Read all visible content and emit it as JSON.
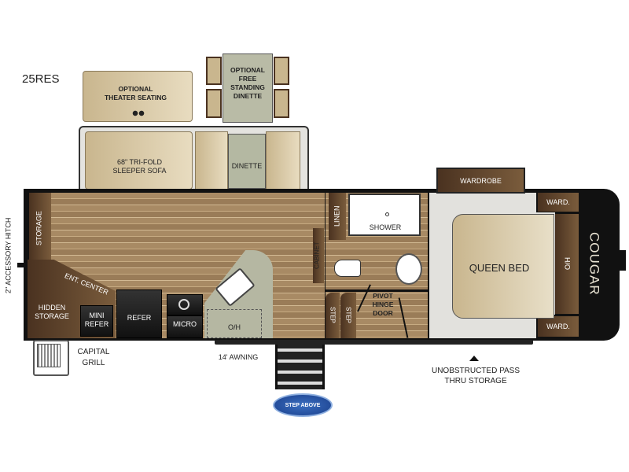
{
  "model": "25RES",
  "labels": {
    "theater_seating": "OPTIONAL THEATER SEATING",
    "free_dinette": "OPTIONAL FREE STANDING DINETTE",
    "sofa": "68\" TRI-FOLD SLEEPER SOFA",
    "dinette": "DINETTE",
    "hitch": "2\" ACCESSORY HITCH",
    "storage": "STORAGE",
    "ent_center": "ENT. CENTER",
    "hidden_storage": "HIDDEN STORAGE",
    "mini_refer": "MINI REFER",
    "refer": "REFER",
    "micro": "MICRO",
    "oh": "O/H",
    "cabinet": "CABINET",
    "linen": "LINEN",
    "shower": "SHOWER",
    "step1": "STEP",
    "step2": "STEP",
    "pivot_door": "PIVOT HINGE DOOR",
    "wardrobe": "WARDROBE",
    "ward_top": "WARD.",
    "ward_bottom": "WARD.",
    "ho": "H/O",
    "queen_bed": "QUEEN BED",
    "capital_grill": "CAPITAL GRILL",
    "awning": "14' AWNING",
    "pass_thru": "UNOBSTRUCTED PASS THRU STORAGE",
    "brand": "COUGAR",
    "step_above": "STEP ABOVE"
  }
}
